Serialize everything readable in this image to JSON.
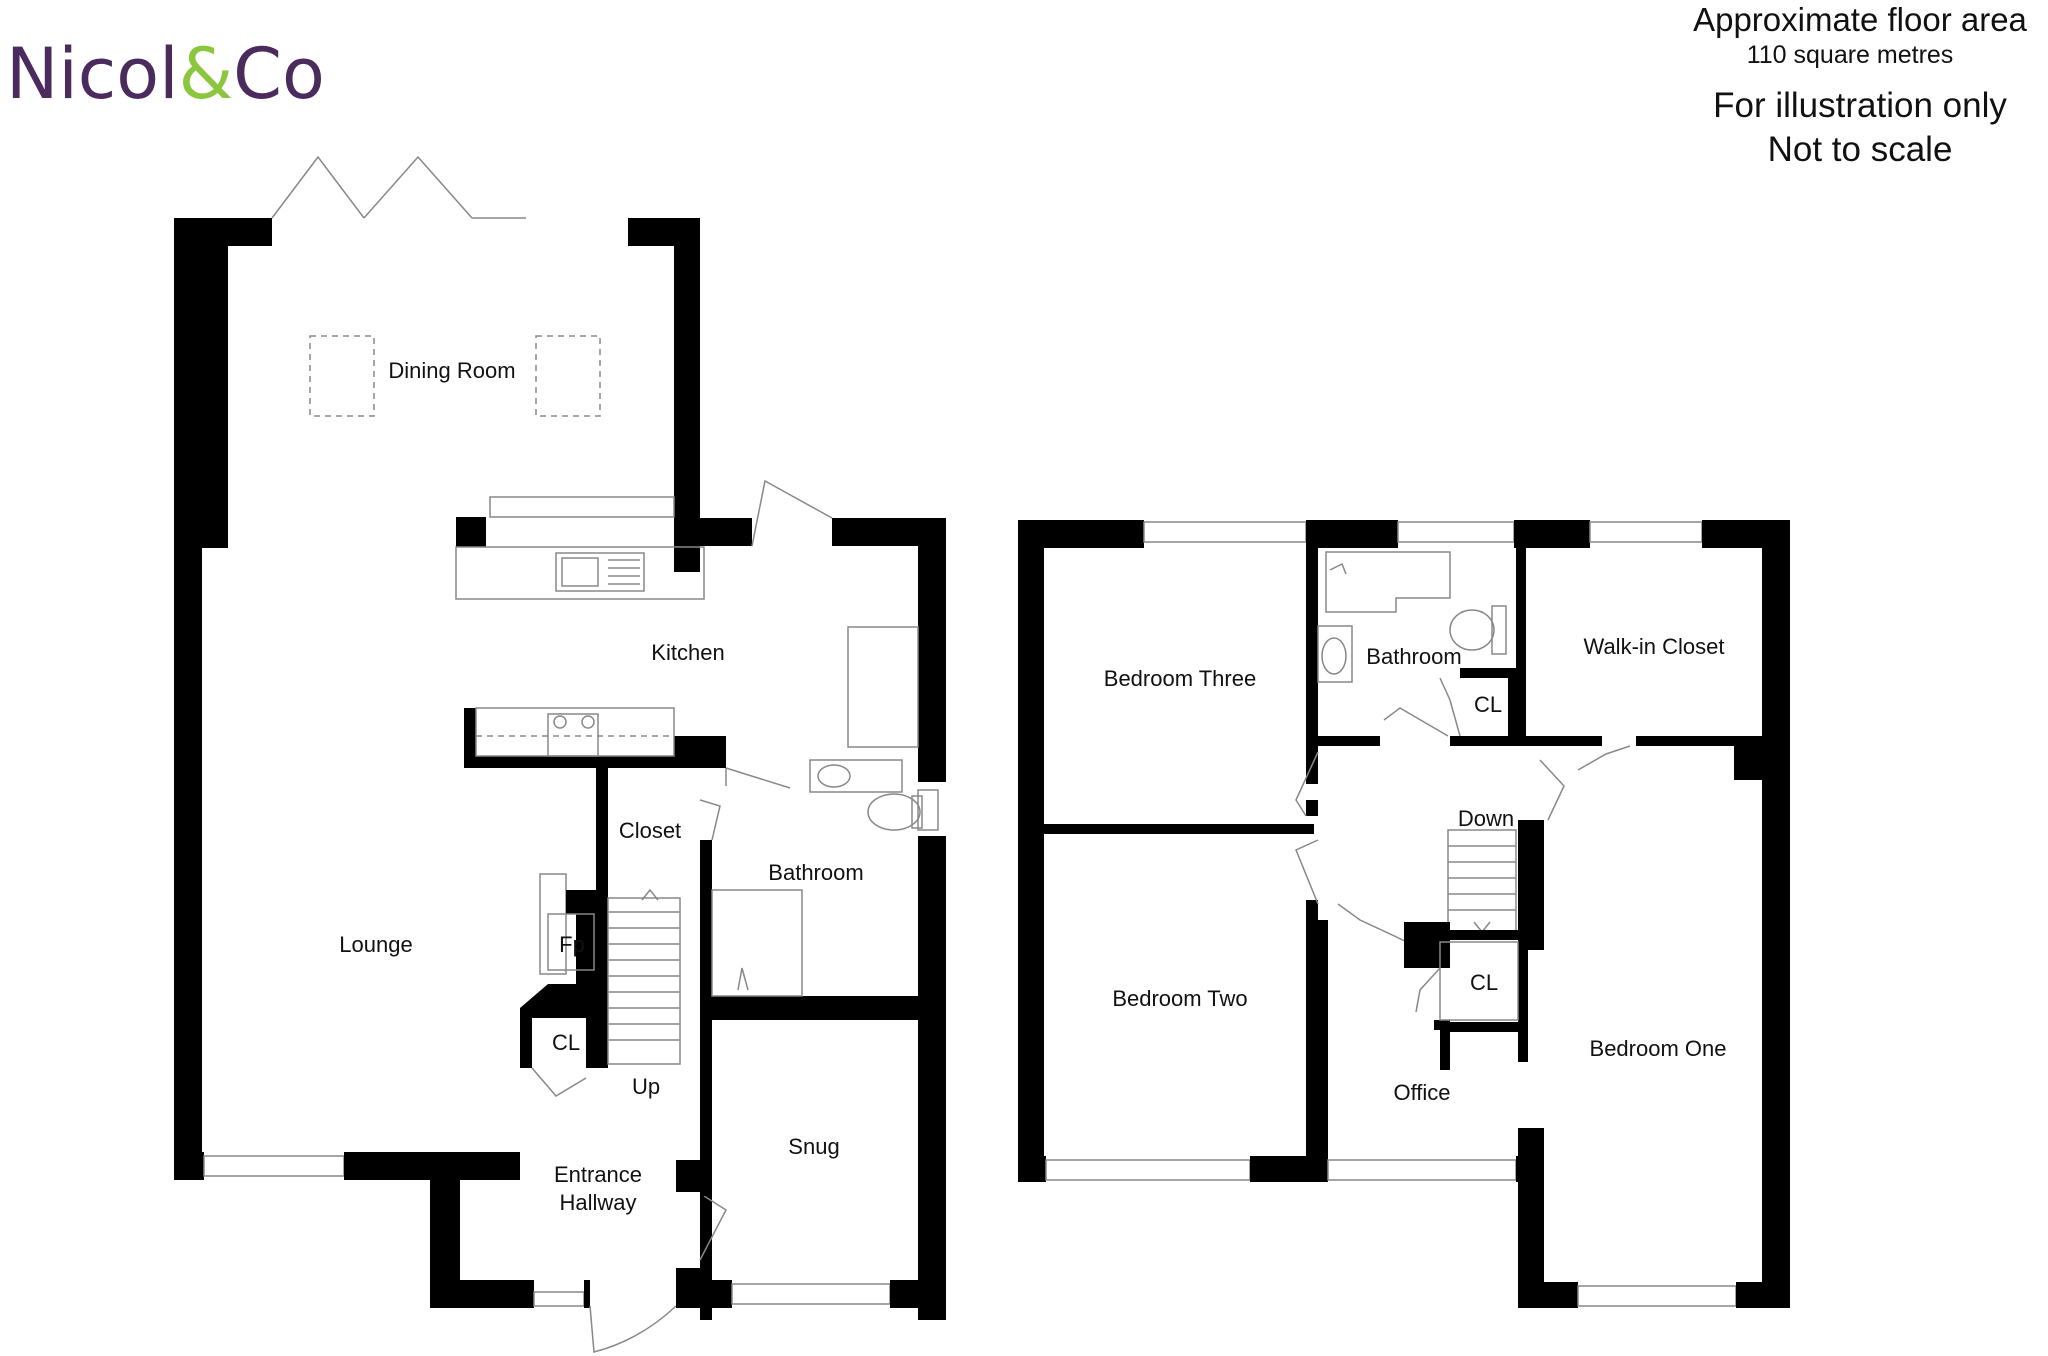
{
  "brand": {
    "name_left": "Nicol",
    "name_amp": "&",
    "name_right": "Co"
  },
  "info": {
    "line1": "Approximate floor area",
    "line2": "110 square metres",
    "line3": "For illustration only",
    "line4": "Not to scale"
  },
  "ground_floor": {
    "dining_room": "Dining Room",
    "kitchen": "Kitchen",
    "closet": "Closet",
    "bathroom": "Bathroom",
    "lounge": "Lounge",
    "fireplace": "Fp",
    "cupboard": "CL",
    "up": "Up",
    "entrance_line1": "Entrance",
    "entrance_line2": "Hallway",
    "snug": "Snug"
  },
  "first_floor": {
    "bedroom_three": "Bedroom Three",
    "bathroom": "Bathroom",
    "cupboard_top": "CL",
    "walk_in_closet": "Walk-in Closet",
    "down": "Down",
    "bedroom_two": "Bedroom Two",
    "cupboard_office": "CL",
    "office": "Office",
    "bedroom_one": "Bedroom One"
  },
  "colors": {
    "brand_purple": "#4b2a5e",
    "brand_green": "#8cc63f",
    "wall": "#000000"
  }
}
